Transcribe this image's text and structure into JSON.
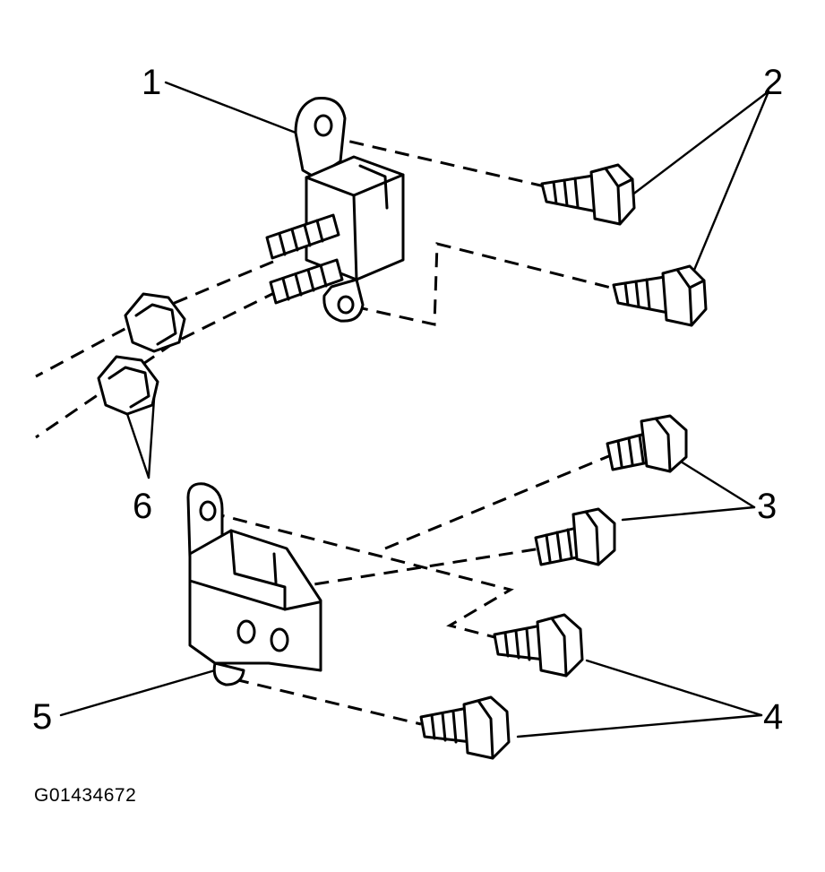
{
  "callouts": {
    "c1": "1",
    "c2": "2",
    "c3": "3",
    "c4": "4",
    "c5": "5",
    "c6": "6"
  },
  "figure_id": "G01434672"
}
